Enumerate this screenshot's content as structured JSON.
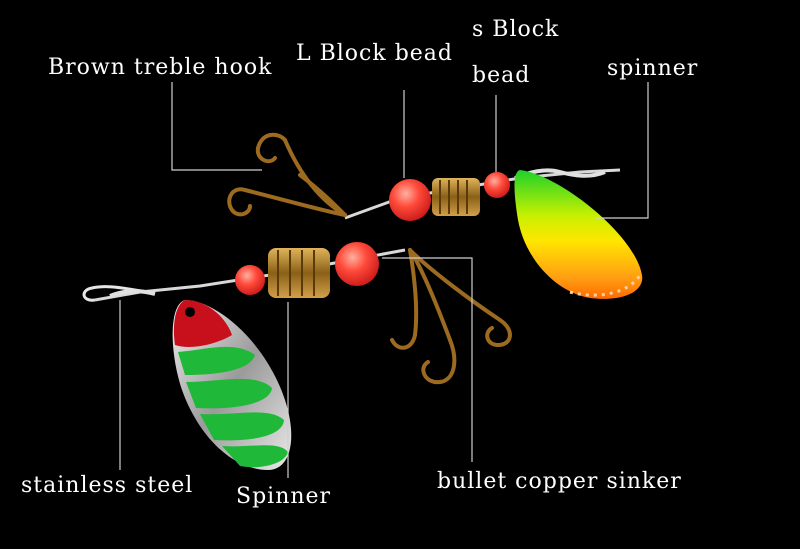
{
  "labels": {
    "treble_hook": "Brown treble hook",
    "l_block_bead": "L Block bead",
    "s_block_bead_line1": "s Block",
    "s_block_bead_line2": "bead",
    "spinner_top": "spinner",
    "stainless_steel": "stainless steel",
    "spinner_bottom": "Spinner",
    "copper_sinker": "bullet copper sinker"
  },
  "colors": {
    "background": "#000000",
    "label_text": "#ffffff",
    "leader_line": "#cfcfcf",
    "bead_red": "#ff3b3b",
    "copper": "#b8862a",
    "blade_green": "#22d12a",
    "blade_yellow": "#ffe400",
    "blade_orange": "#ff8c1a",
    "blade_silver": "#d9d9d9",
    "blade_stripe_green": "#1fb839",
    "blade_red": "#d0101e"
  }
}
